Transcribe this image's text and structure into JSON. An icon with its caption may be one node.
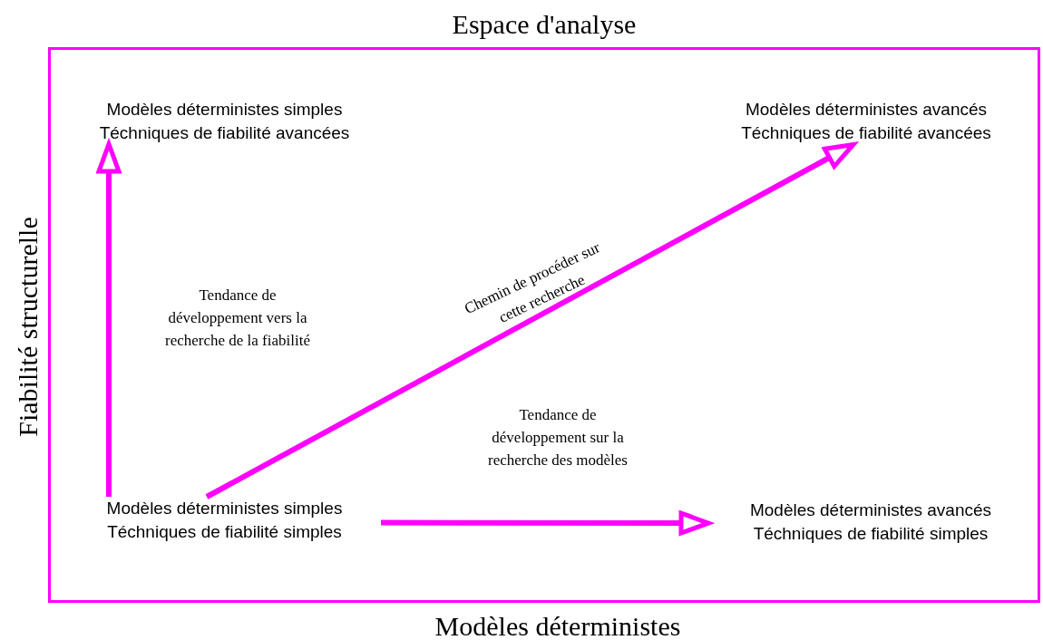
{
  "diagram": {
    "title": "Espace d'analyse",
    "nodes": [
      {
        "text": [
          "Modèles déterministes simples",
          "Téchniques de fiabilité avancées"
        ]
      },
      {
        "text": [
          "Modèles déterministes avancés",
          "Téchniques de fiabilité avancées"
        ]
      },
      {
        "text": [
          "Modèles déterministes simples",
          "Téchniques de fiabilité simples"
        ]
      },
      {
        "text": [
          "Modèles déterministes avancés",
          "Téchniques de fiabilité simples"
        ]
      }
    ],
    "edges": [
      {
        "from": 2,
        "to": 0,
        "arrow": "to",
        "label": "Tendance de développement vers la recherche de la fiabilité"
      },
      {
        "from": 2,
        "to": 1,
        "arrow": "to",
        "label": "Chemin de procéder sur cette recherche"
      },
      {
        "from": 2,
        "to": 3,
        "arrow": "to",
        "label": "Tendance de développement sur la recherche des modèles"
      }
    ],
    "labels": [
      "Fiabilité structurelle",
      "Modèles déterministes"
    ]
  }
}
